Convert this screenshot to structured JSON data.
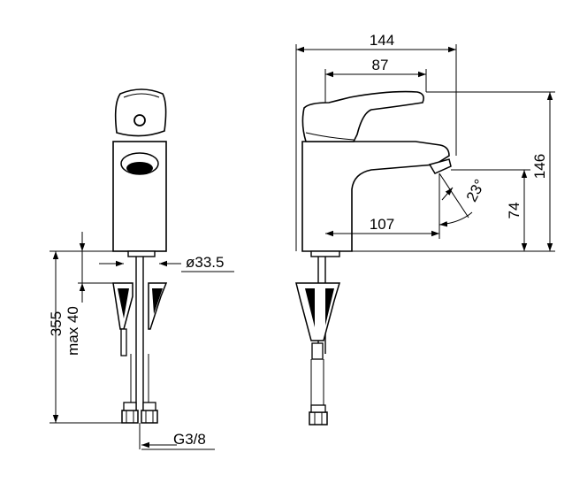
{
  "drawing": {
    "dimensions": {
      "width_overall": "144",
      "handle_reach": "87",
      "spout_reach": "107",
      "height_overall": "146",
      "spout_height": "74",
      "spout_angle": "23°",
      "body_diameter": "ø33.5",
      "hose_length": "355",
      "max_deck": "max 40",
      "thread": "G3/8"
    }
  }
}
